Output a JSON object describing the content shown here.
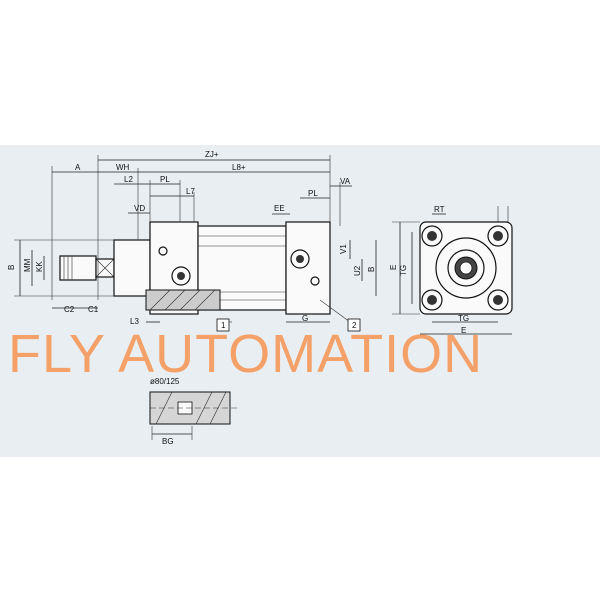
{
  "drawing": {
    "background": "#e9eef2",
    "labels": {
      "A": "A",
      "WH": "WH",
      "ZJ": "ZJ+",
      "L8": "L8+",
      "L2": "L2",
      "PL": "PL",
      "L7": "L7",
      "VD": "VD",
      "EE": "EE",
      "PL2": "PL",
      "VA": "VA",
      "B": "B",
      "MM": "MM",
      "KK": "KK",
      "V1": "V1",
      "U2": "U2",
      "B2": "B",
      "E": "E",
      "TG": "TG",
      "RT": "RT",
      "G": "G",
      "L3": "L3",
      "C2": "C2",
      "C1": "C1",
      "TG2": "TG",
      "E2": "E",
      "callout1": "1",
      "callout2": "2",
      "bore": "ø80/125",
      "BG": "BG"
    },
    "watermark": "FLY AUTOMATION",
    "watermark_color": "#f4a169"
  }
}
